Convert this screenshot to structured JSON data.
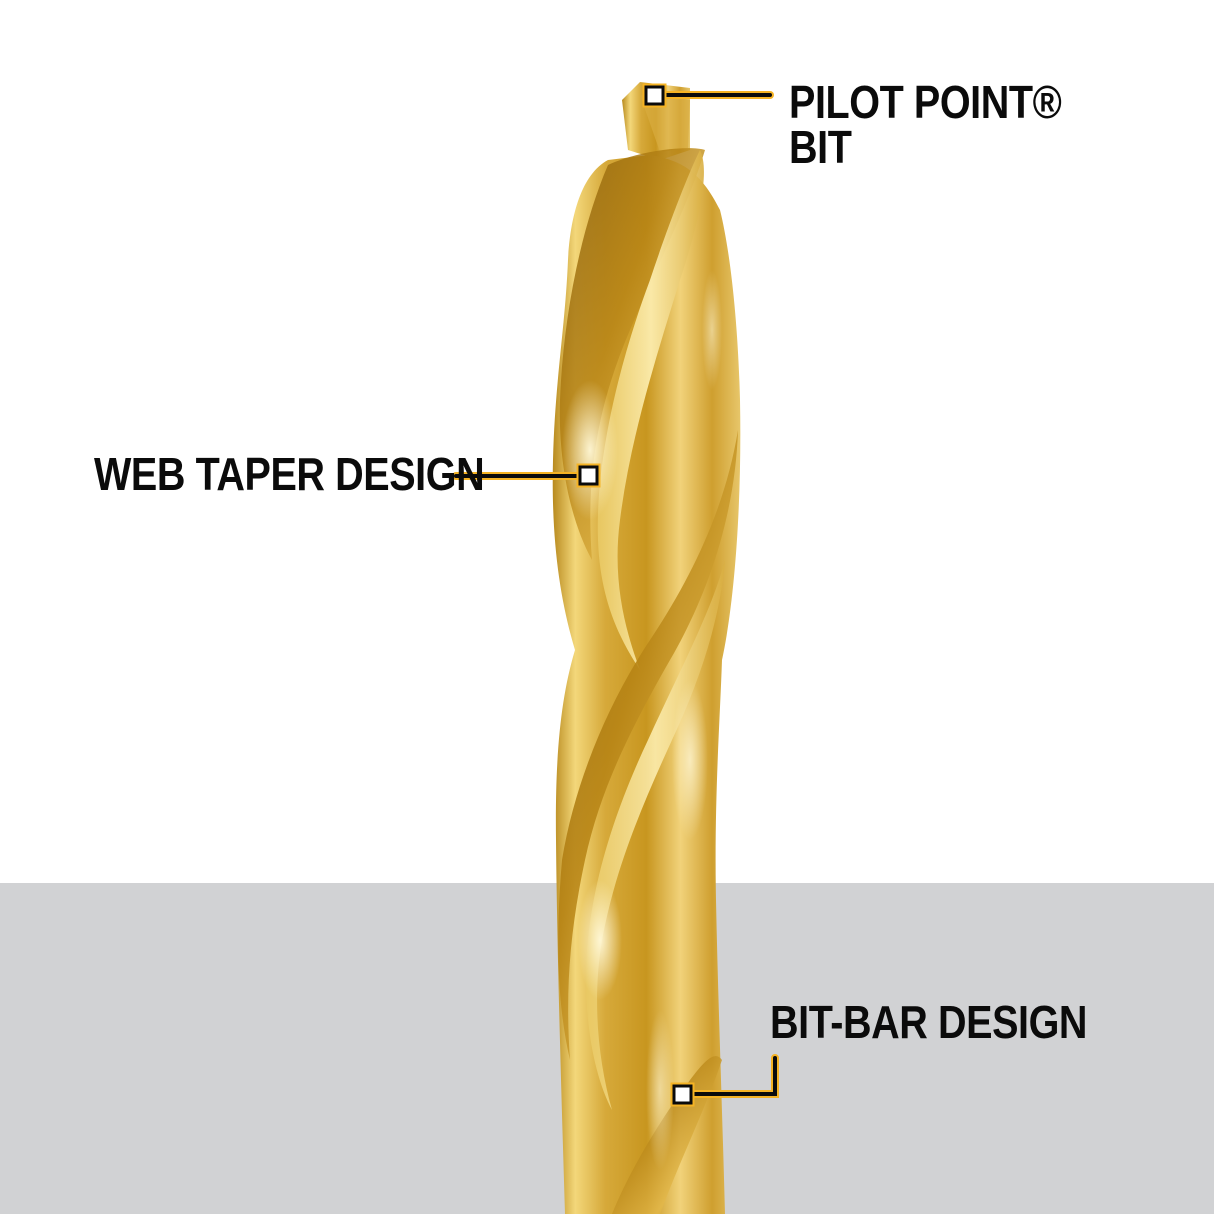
{
  "scene": {
    "background_color": "#ffffff",
    "floor_color": "#d1d2d4",
    "accent_color": "#f5b324",
    "line_color": "#0b0b0b",
    "product": "gold drill bit"
  },
  "callouts": [
    {
      "id": "pilot-point",
      "label_line1": "PILOT POINT®",
      "label_line2": "BIT"
    },
    {
      "id": "web-taper",
      "label": "WEB TAPER DESIGN"
    },
    {
      "id": "bit-bar",
      "label": "BIT-BAR DESIGN"
    }
  ]
}
